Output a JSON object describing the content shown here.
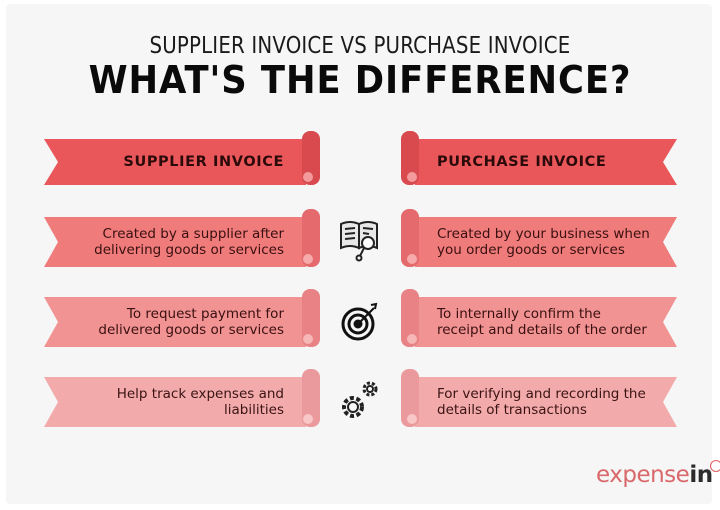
{
  "header": {
    "subtitle": "SUPPLIER INVOICE VS PURCHASE INVOICE",
    "title": "WHAT'S THE DIFFERENCE?"
  },
  "colors": {
    "header_ribbon": "#e9575a",
    "row1_ribbon": "#f07b7b",
    "row2_ribbon": "#f29393",
    "row3_ribbon": "#f3aaaa",
    "background": "#f6f6f6",
    "logo_accent": "#d9686b"
  },
  "columns": {
    "left_heading": "SUPPLIER INVOICE",
    "right_heading": "PURCHASE INVOICE"
  },
  "rows": [
    {
      "icon": "book-magnifier-icon",
      "left_line1": "Created by a supplier after",
      "left_line2": "delivering goods or services",
      "right_line1": "Created by your business when",
      "right_line2": "you order goods or services"
    },
    {
      "icon": "target-icon",
      "left_line1": "To request payment for",
      "left_line2": "delivered goods or services",
      "right_line1": "To internally confirm the",
      "right_line2": "receipt and details of the order"
    },
    {
      "icon": "gears-icon",
      "left_line1": "Help track expenses and",
      "left_line2": "liabilities",
      "right_line1": "For verifying and recording the",
      "right_line2": "details of transactions"
    }
  ],
  "logo": {
    "part1": "expense",
    "part2": "in"
  }
}
